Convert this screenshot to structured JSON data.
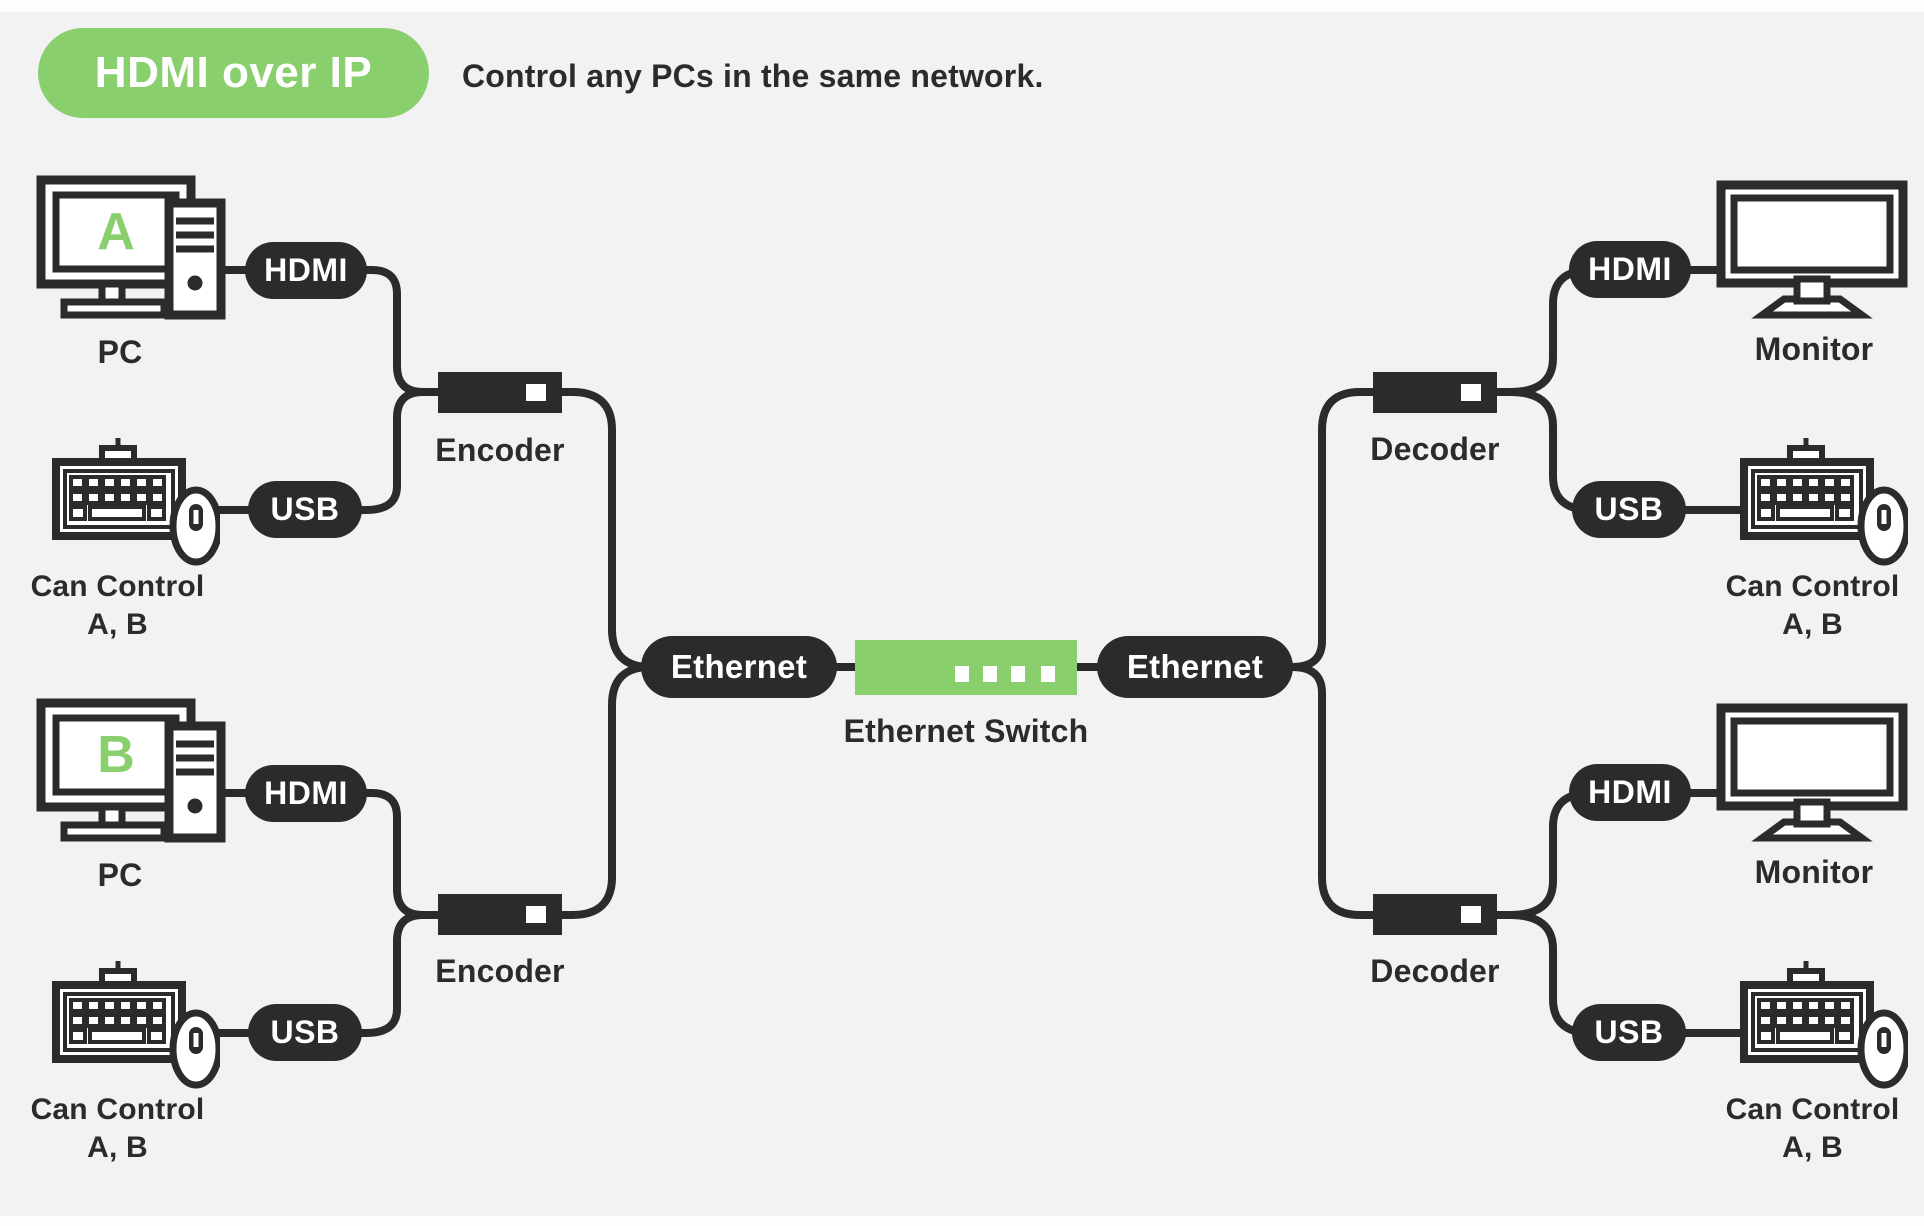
{
  "colors": {
    "background": "#F2F2F2",
    "ink": "#2B2B2B",
    "green": "#89CF6E",
    "white": "#FFFFFF"
  },
  "header": {
    "badge_label": "HDMI over IP",
    "subtitle": "Control any PCs in the same network."
  },
  "left": {
    "top": {
      "pc_letter": "A",
      "pc_label": "PC",
      "hdmi_tag": "HDMI",
      "usb_tag": "USB",
      "encoder_label": "Encoder",
      "keyboard_caption": {
        "line1": "Can Control",
        "line2": "A, B"
      }
    },
    "bottom": {
      "pc_letter": "B",
      "pc_label": "PC",
      "hdmi_tag": "HDMI",
      "usb_tag": "USB",
      "encoder_label": "Encoder",
      "keyboard_caption": {
        "line1": "Can Control",
        "line2": "A, B"
      }
    }
  },
  "center": {
    "ethernet_tag_left": "Ethernet",
    "switch_label": "Ethernet Switch",
    "ethernet_tag_right": "Ethernet"
  },
  "right": {
    "top": {
      "decoder_label": "Decoder",
      "hdmi_tag": "HDMI",
      "usb_tag": "USB",
      "monitor_label": "Monitor",
      "keyboard_caption": {
        "line1": "Can Control",
        "line2": "A, B"
      }
    },
    "bottom": {
      "decoder_label": "Decoder",
      "hdmi_tag": "HDMI",
      "usb_tag": "USB",
      "monitor_label": "Monitor",
      "keyboard_caption": {
        "line1": "Can Control",
        "line2": "A, B"
      }
    }
  }
}
